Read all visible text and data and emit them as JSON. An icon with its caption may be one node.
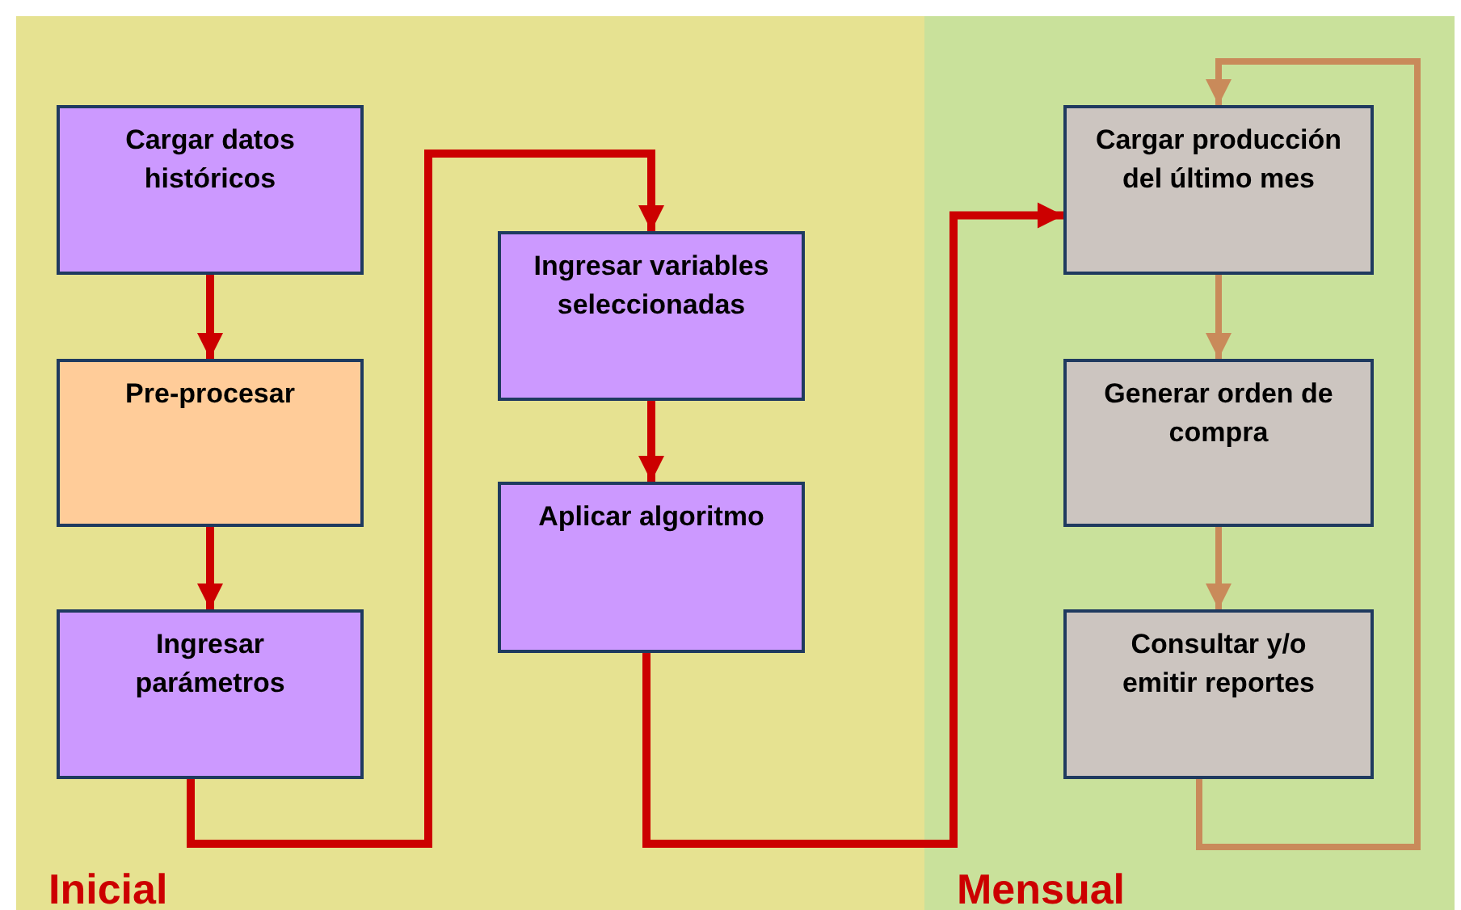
{
  "diagram": {
    "nodes": [
      {
        "text": [
          "Inicial"
        ]
      },
      {
        "text": [
          "Cargar datos históricos"
        ],
        "in": 0
      },
      {
        "text": [
          "Pre-procesar"
        ],
        "in": 0
      },
      {
        "text": [
          "Ingresar parámetros"
        ],
        "in": 0
      },
      {
        "text": [
          "Ingresar variables seleccionadas"
        ],
        "in": 0
      },
      {
        "text": [
          "Aplicar algoritmo"
        ],
        "in": 0
      },
      {
        "text": [
          "Mensual"
        ]
      },
      {
        "text": [
          "Cargar producción del último mes"
        ],
        "in": 6
      },
      {
        "text": [
          "Generar orden de compra"
        ],
        "in": 6
      },
      {
        "text": [
          "Consultar y/o emitir reportes"
        ],
        "in": 6
      }
    ],
    "edges": [
      {
        "from": 1,
        "to": 2,
        "arrow": "to"
      },
      {
        "from": 2,
        "to": 3,
        "arrow": "to"
      },
      {
        "from": 3,
        "to": 4,
        "arrow": "to"
      },
      {
        "from": 4,
        "to": 5,
        "arrow": "to"
      },
      {
        "from": 5,
        "to": 7,
        "arrow": "to"
      },
      {
        "from": 7,
        "to": 8,
        "arrow": "to",
        "color": "#c98a5a"
      },
      {
        "from": 8,
        "to": 9,
        "arrow": "to",
        "color": "#c98a5a"
      },
      {
        "from": 9,
        "to": 7,
        "arrow": "to",
        "color": "#c98a5a"
      }
    ]
  }
}
